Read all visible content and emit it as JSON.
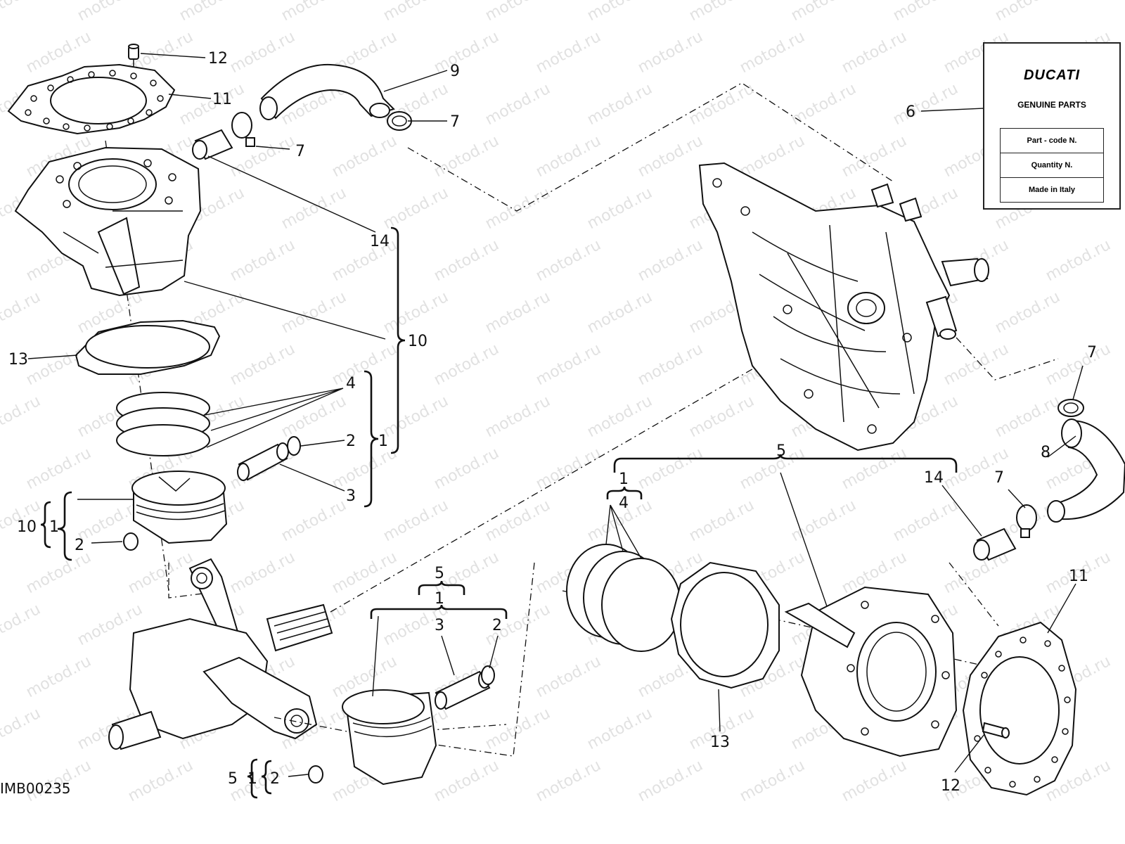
{
  "watermark": "motod.ru",
  "diagram_code": "IMB00235",
  "label_card": {
    "brand": "DUCATI",
    "genuine": "GENUINE PARTS",
    "part_code": "Part - code N.",
    "quantity": "Quantity N.",
    "made_in": "Made in Italy"
  },
  "callouts": {
    "c12a": "12",
    "c11a": "11",
    "c9": "9",
    "c7a": "7",
    "c7b": "7",
    "c6": "6",
    "c14a": "14",
    "c10a": "10",
    "c13a": "13",
    "c4a": "4",
    "c2a": "2",
    "c1a": "1",
    "c3a": "3",
    "c10b": "10",
    "c1b": "1",
    "c2b": "2",
    "c7c": "7",
    "c8": "8",
    "c5a": "5",
    "c1c": "1",
    "c4b": "4",
    "c14b": "14",
    "c7d": "7",
    "c11b": "11",
    "c13b": "13",
    "c12b": "12",
    "c5b": "5",
    "c1d": "1",
    "c3b": "3",
    "c2c": "2",
    "c5c": "5",
    "c1e": "1",
    "c2d": "2"
  }
}
